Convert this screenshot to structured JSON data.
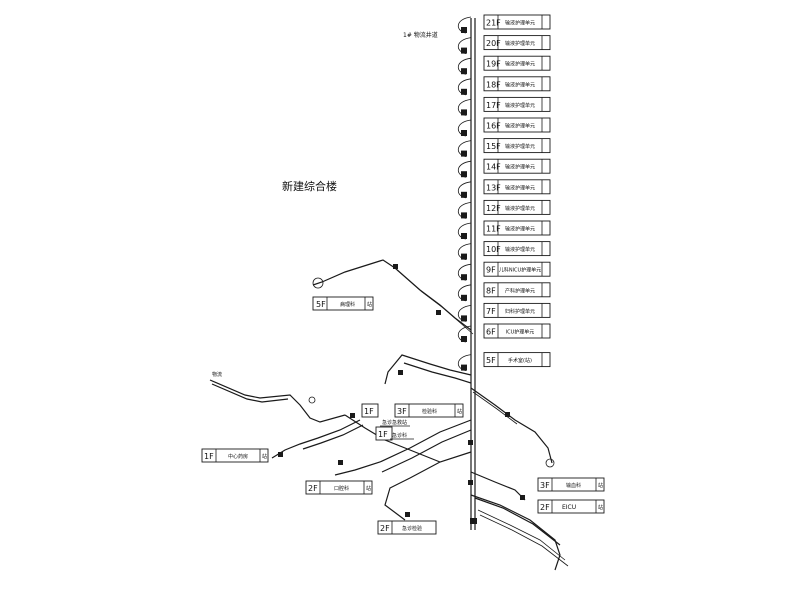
{
  "title": "新建综合楼",
  "top_note": "1# 物流井道",
  "riser_floors": [
    {
      "floor": "21F",
      "name": "输液护理单元"
    },
    {
      "floor": "20F",
      "name": "输液护理单元"
    },
    {
      "floor": "19F",
      "name": "输液护理单元"
    },
    {
      "floor": "18F",
      "name": "输液护理单元"
    },
    {
      "floor": "17F",
      "name": "输液护理单元"
    },
    {
      "floor": "16F",
      "name": "输液护理单元"
    },
    {
      "floor": "15F",
      "name": "输液护理单元"
    },
    {
      "floor": "14F",
      "name": "输液护理单元"
    },
    {
      "floor": "13F",
      "name": "输液护理单元"
    },
    {
      "floor": "12F",
      "name": "输液护理单元"
    },
    {
      "floor": "11F",
      "name": "输液护理单元"
    },
    {
      "floor": "10F",
      "name": "输液护理单元"
    },
    {
      "floor": "9F",
      "name": "儿科NICU护理单元"
    },
    {
      "floor": "8F",
      "name": "产科护理单元"
    },
    {
      "floor": "7F",
      "name": "妇科护理单元"
    },
    {
      "floor": "6F",
      "name": "ICU护理单元"
    },
    {
      "floor": "5F",
      "name": "手术室(站)"
    }
  ],
  "branch_labels": [
    {
      "floor": "5F",
      "name": "病理科",
      "suffix": "站"
    },
    {
      "floor": "3F",
      "name": "检验科",
      "suffix": "站"
    },
    {
      "floor": "1F",
      "name": "",
      "suffix": ""
    },
    {
      "floor": "1F",
      "name": "",
      "suffix": ""
    },
    {
      "floor": "1F",
      "name": "中心药房",
      "suffix": "站"
    },
    {
      "floor": "2F",
      "name": "口腔科",
      "suffix": "站"
    },
    {
      "floor": "3F",
      "name": "输血科",
      "suffix": "站"
    },
    {
      "floor": "2F",
      "name": "EICU",
      "suffix": "站"
    },
    {
      "floor": "2F",
      "name": "急诊检验",
      "suffix": ""
    }
  ],
  "text_notes": [
    "急诊急救站",
    "急诊科"
  ]
}
